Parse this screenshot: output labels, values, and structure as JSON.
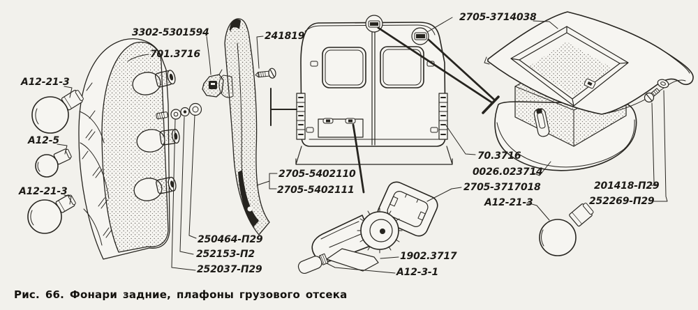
{
  "figure": {
    "caption": "Рис. 66. Фонари задние, плафоны грузового отсека",
    "background_color": "#f2f1ec",
    "ink_color": "#26241f"
  },
  "labels": {
    "connector": "3302-5301594",
    "tail_lamp_left": "701.3716",
    "bulb_top": "А12-21-3",
    "bulb_middle": "А12-5",
    "bulb_bottom": "А12-21-3",
    "screw_pillar": "241819",
    "plafond_cover": "2705-3714038",
    "pillar_trim_upper": "2705-5402110",
    "pillar_trim_lower": "2705-5402111",
    "washer_spring": "250464-П29",
    "washer_flat": "252153-П2",
    "nut": "252037-П29",
    "tail_lamp_right": "70.3716",
    "plafond_assembly": "0026.023714",
    "gasket": "2705-3717018",
    "bulb_plafond": "А12-21-3",
    "screw_plafond": "201418-П29",
    "washer_plafond": "252269-П29",
    "license_lamp": "1902.3717",
    "bulb_license": "А12-3-1"
  }
}
